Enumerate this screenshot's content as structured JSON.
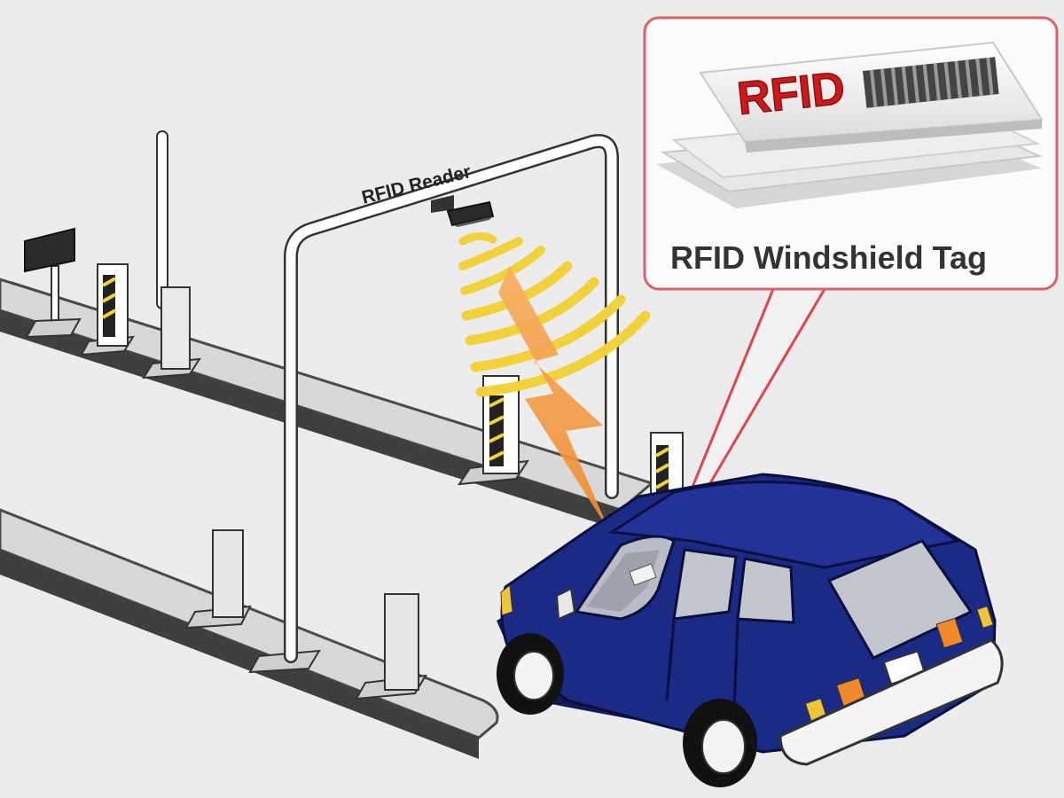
{
  "labels": {
    "reader": "RFID Reader",
    "tag_title": "RFID Windshield Tag",
    "tag_print": "RFID"
  },
  "colors": {
    "background": "#ececec",
    "car_body": "#1b2a85",
    "callout_border": "#d9626a",
    "callout_pointer": "#e0454f",
    "signal_waves": "#f2d23b",
    "signal_bolt": "#f0963a",
    "tag_red": "#cc1a1a",
    "lane_top": "#d9d9d9",
    "lane_side": "#4a4a4a"
  },
  "icons": {
    "reader": "rfid-reader-icon",
    "tag": "windshield-tag-icon",
    "car": "suv-car-icon"
  }
}
